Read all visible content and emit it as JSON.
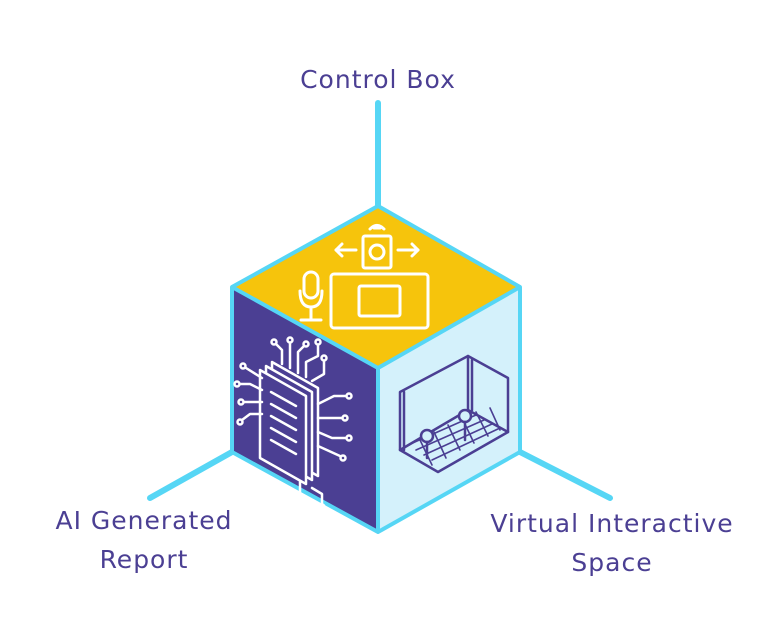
{
  "labels": {
    "top": "Control Box",
    "left": [
      "AI Generated",
      "Report"
    ],
    "right": [
      "Virtual Interactive",
      "Space"
    ]
  },
  "colors": {
    "top_face": "#f6c40c",
    "left_face": "#4b3f93",
    "right_face": "#d4f1fb",
    "edge": "#56d6f5",
    "icon_light": "#ffffff",
    "icon_dark": "#4b3f93",
    "label_text": "#4b3f93"
  },
  "icons": {
    "top_face": "camera-mic-screen-icon",
    "left_face": "ai-document-circuit-icon",
    "right_face": "virtual-room-grid-icon"
  }
}
